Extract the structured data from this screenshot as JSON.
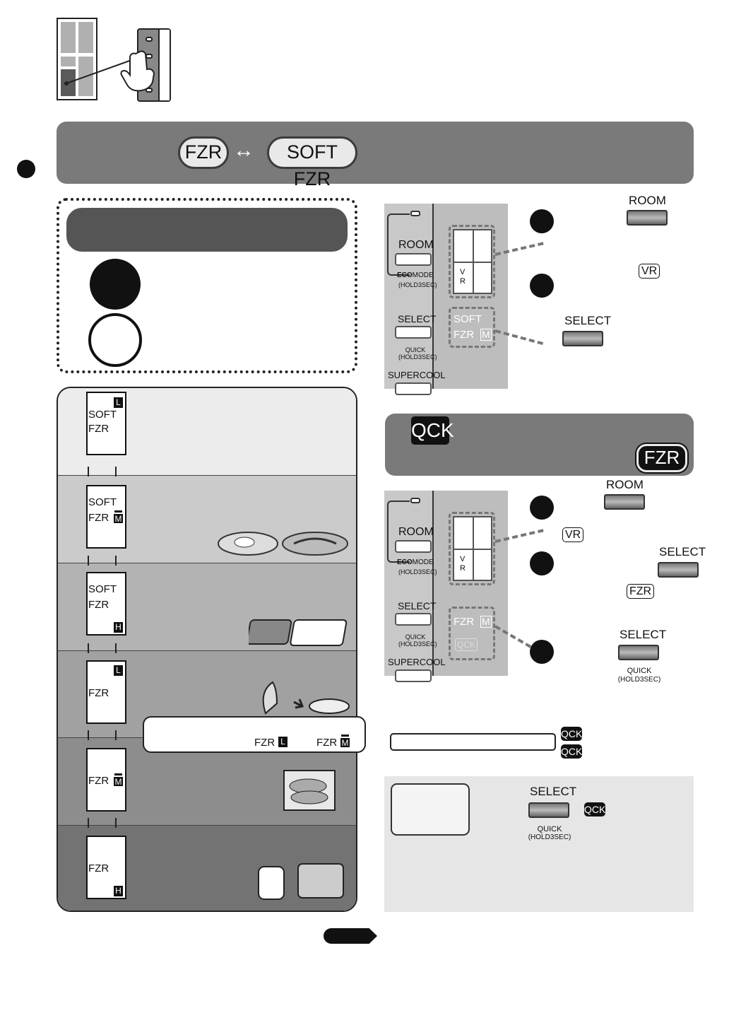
{
  "banner": {
    "fzr": "FZR",
    "arrow": "↔",
    "soft_fzr": "SOFT FZR"
  },
  "settings": [
    {
      "line1": "SOFT",
      "line2": "FZR",
      "level": "L"
    },
    {
      "line1": "SOFT",
      "line2": "FZR",
      "level": "M"
    },
    {
      "line1": "SOFT",
      "line2": "FZR",
      "level": "H"
    },
    {
      "line1": "",
      "line2": "FZR",
      "level": "L"
    },
    {
      "line1": "",
      "line2": "FZR",
      "level": "M"
    },
    {
      "line1": "",
      "line2": "FZR",
      "level": "H"
    }
  ],
  "note": {
    "fzr_l": "FZR",
    "level_l": "L",
    "fzr_m": "FZR",
    "level_m": "M"
  },
  "panel1": {
    "room": "ROOM",
    "eco": "ECO",
    "mode": "MODE",
    "hold": "(HOLD3SEC)",
    "select": "SELECT",
    "quick": "QUICK",
    "quick_hold": "(HOLD3SEC)",
    "supercool": "SUPERCOOL",
    "vr_v": "V",
    "vr_r": "R",
    "disp_soft": "SOFT",
    "disp_fzr": "FZR",
    "disp_level": "M"
  },
  "steps1": {
    "room_label": "ROOM",
    "vr_label": "VR",
    "select_label": "SELECT"
  },
  "banner2": {
    "qck": "QCK",
    "fzr": "FZR"
  },
  "panel2": {
    "room": "ROOM",
    "eco": "ECO",
    "mode": "MODE",
    "hold": "(HOLD3SEC)",
    "select": "SELECT",
    "quick": "QUICK",
    "quick_hold": "(HOLD3SEC)",
    "supercool": "SUPERCOOL",
    "vr_v": "V",
    "vr_r": "R",
    "disp_fzr": "FZR",
    "disp_level": "M",
    "disp_qck": "QCK"
  },
  "steps2": {
    "room_label": "ROOM",
    "vr_label": "VR",
    "select_label": "SELECT",
    "fzr_label": "FZR",
    "select2_label": "SELECT",
    "quick": "QUICK",
    "quick_hold": "(HOLD3SEC)"
  },
  "qck_badges": [
    "QCK",
    "QCK"
  ],
  "tip": {
    "select": "SELECT",
    "qck": "QCK",
    "quick": "QUICK",
    "quick_hold": "(HOLD3SEC)"
  }
}
